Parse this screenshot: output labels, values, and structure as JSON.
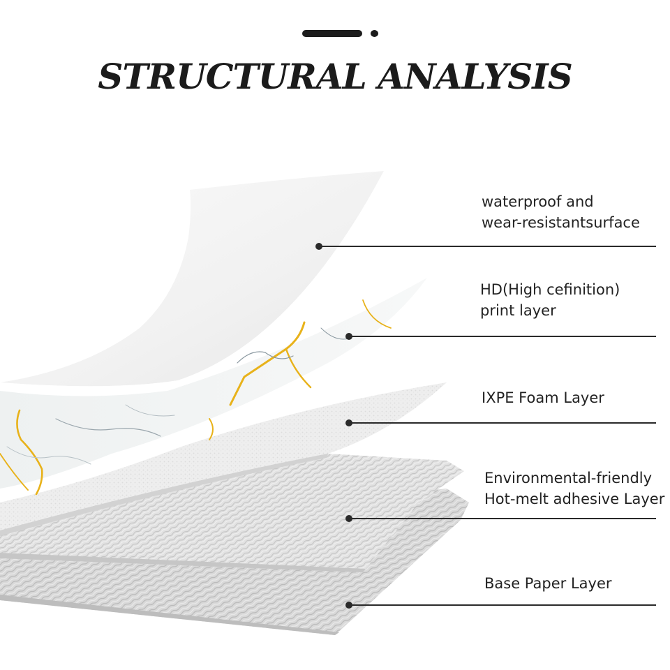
{
  "header": {
    "pill_icon": "slider-pill-icon",
    "title": "STRUCTURAL ANALYSIS"
  },
  "colors": {
    "title": "#1b1b1b",
    "leader": "#2a2a2a",
    "vein_gold": "#e8b21a",
    "vein_gray": "#8a98a0"
  },
  "layers": [
    {
      "lines": [
        "waterproof and",
        "wear-resistantsurface"
      ]
    },
    {
      "lines": [
        "HD(High cefinition)",
        "print layer"
      ]
    },
    {
      "lines": [
        "IXPE Foam Layer"
      ]
    },
    {
      "lines": [
        "Environmental-friendly",
        "Hot-melt adhesive Layer"
      ]
    },
    {
      "lines": [
        "Base Paper Layer"
      ]
    }
  ]
}
